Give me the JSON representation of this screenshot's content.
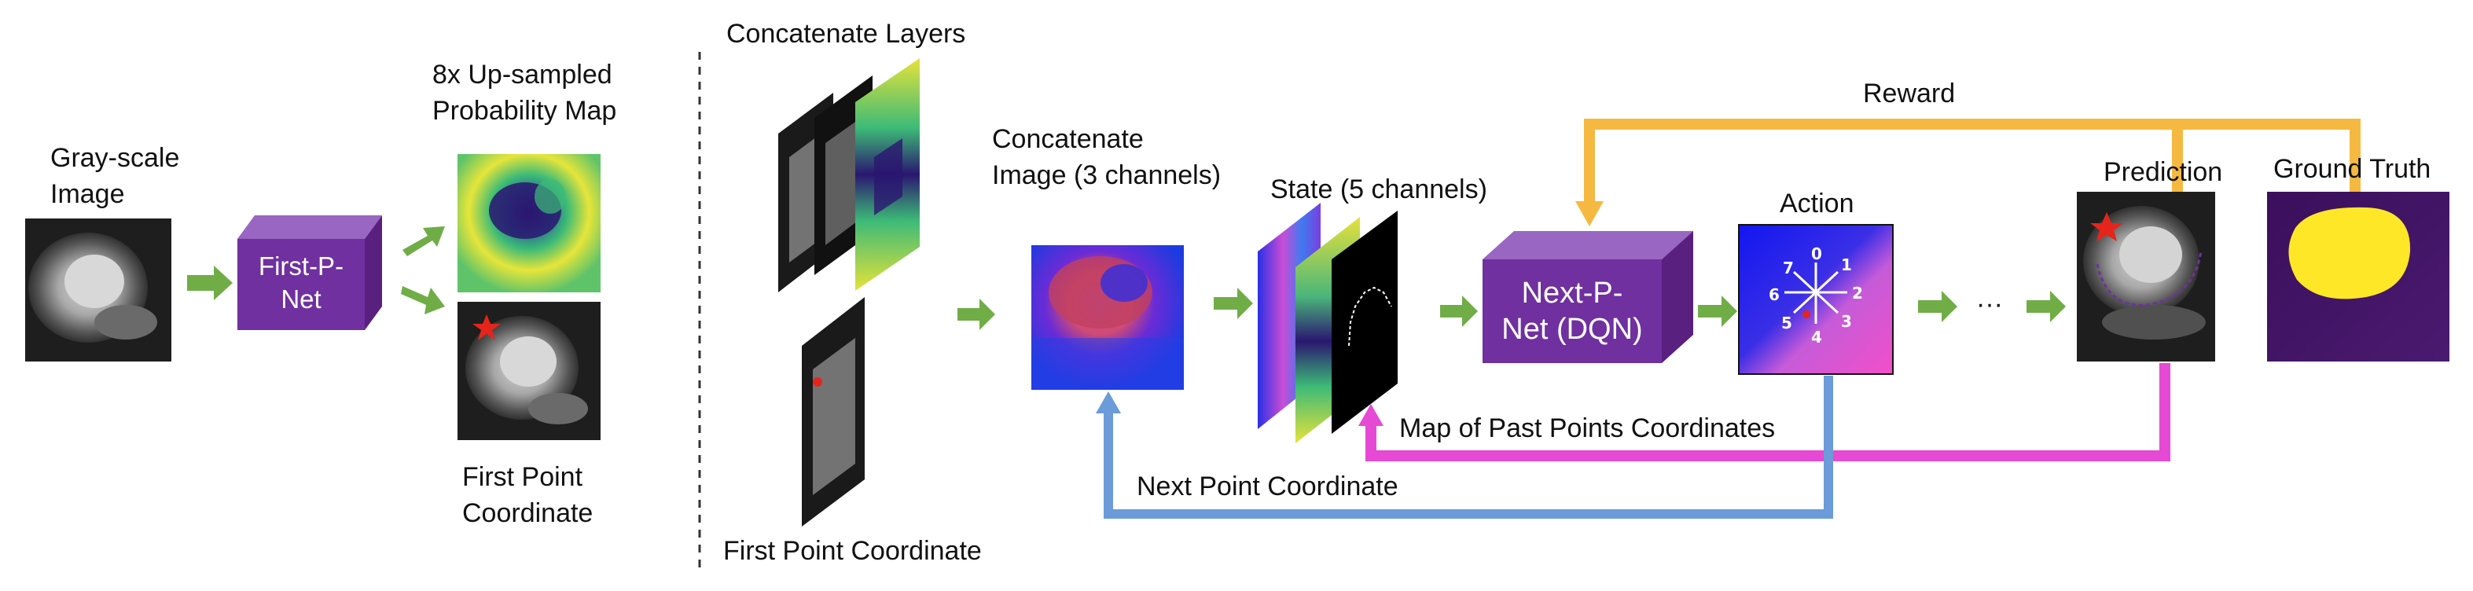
{
  "left_panel": {
    "input_label": "Gray-scale\nImage",
    "network_label": "First-P-\nNet",
    "probmap_label": "8x Up-sampled\nProbability Map",
    "first_point_label": "First Point\nCoordinate"
  },
  "right_panel": {
    "concat_layers_label": "Concatenate Layers",
    "first_point_coord_label": "First Point Coordinate",
    "concat_image_label": "Concatenate\nImage (3 channels)",
    "state_label": "State (5 channels)",
    "network_label": "Next-P-\nNet (DQN)",
    "action_label": "Action",
    "action_numbers": [
      "0",
      "1",
      "2",
      "3",
      "4",
      "5",
      "6",
      "7"
    ],
    "ellipsis": "···",
    "prediction_label": "Prediction",
    "ground_truth_label": "Ground Truth",
    "reward_label": "Reward",
    "past_points_label": "Map of Past Points Coordinates",
    "next_point_label": "Next Point Coordinate"
  },
  "colors": {
    "arrow_green": "#70AD47",
    "net_purple": "#7030A0",
    "reward_orange": "#F5B942",
    "past_points_magenta": "#E649D3",
    "next_point_blue": "#6B9BD8",
    "mark_red": "#E5241B"
  }
}
